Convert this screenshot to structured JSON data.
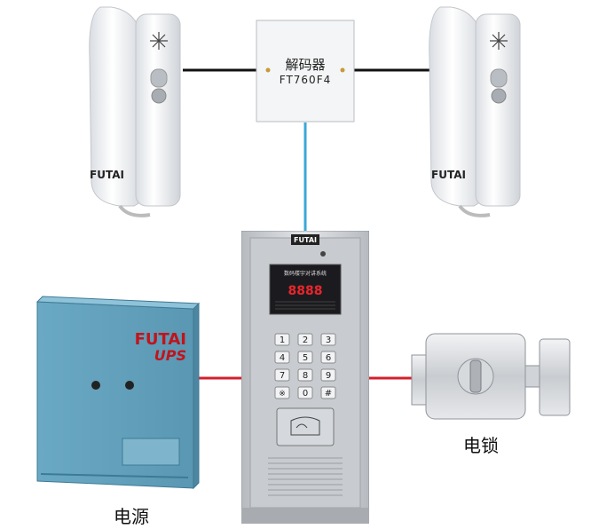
{
  "decoder": {
    "title": "解码器",
    "model": "FT760F4"
  },
  "handset_left": {
    "brand": "FUTAI"
  },
  "handset_right": {
    "brand": "FUTAI"
  },
  "door_panel": {
    "brand": "FUTAI",
    "system_title": "数码楼宇对讲系统",
    "display": "8888",
    "keys": [
      "1",
      "2",
      "3",
      "4",
      "5",
      "6",
      "7",
      "8",
      "9",
      "※",
      "0",
      "#"
    ]
  },
  "power_supply": {
    "brand": "FUTAI",
    "brand_sub": "UPS",
    "label": "电源"
  },
  "lock": {
    "label": "电锁"
  },
  "colors": {
    "wire_black": "#111111",
    "wire_blue": "#3aa7d8",
    "wire_red": "#d3202b",
    "panel_blue": "#5fa3bf"
  }
}
